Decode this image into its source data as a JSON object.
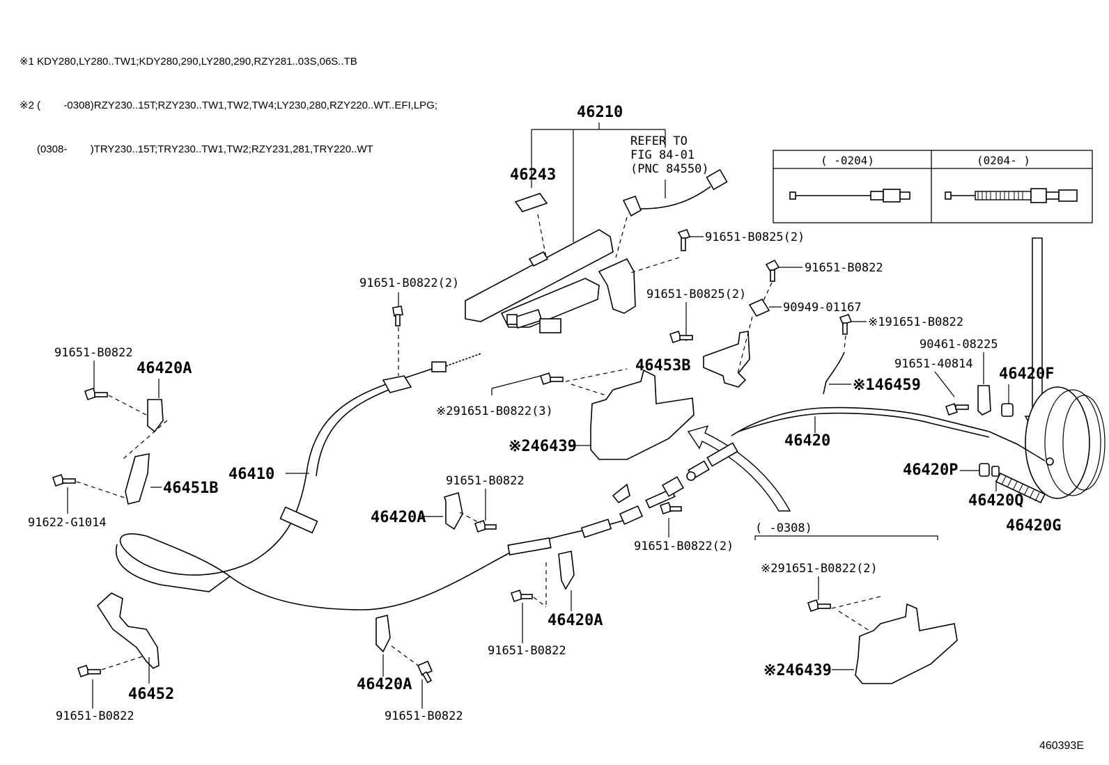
{
  "header_notes": [
    "※1 KDY280,LY280..TW1;KDY280,290,LY280,290,RZY281..03S,06S..TB",
    "※2 (        -0308)RZY230..15T;RZY230..TW1,TW2,TW4;LY230,280,RZY220..WT..EFI,LPG;",
    "      (0308-        )TRY230..15T;TRY230..TW1,TW2;RZY231,281,TRY220..WT"
  ],
  "inset_table": {
    "left_header": "(      -0204)",
    "right_header": "(0204-      )"
  },
  "inset_0308": "(      -0308)",
  "refer": [
    "REFER TO",
    "FIG 84-01",
    "(PNC 84550)"
  ],
  "figure_number": "460393E",
  "labels": {
    "p46210": "46210",
    "p46243": "46243",
    "b_top_right": "91651-B0825(2)",
    "b_0822_right": "91651-B0822",
    "b_0825_2": "91651-B0825(2)",
    "p90949": "90949-01167",
    "s1_b0822": "※191651-B0822",
    "p90461": "90461-08225",
    "p40814": "91651-40814",
    "p46420F": "46420F",
    "p46453B": "46453B",
    "s1_46459": "※146459",
    "b_left_top": "91651-B0822(2)",
    "b_far_left": "91651-B0822",
    "p46420A_1": "46420A",
    "s2_b0822_3": "※291651-B0822(3)",
    "s2_46439": "※246439",
    "p46410": "46410",
    "p46420": "46420",
    "p46420P": "46420P",
    "p46420Q": "46420Q",
    "p46420G": "46420G",
    "p46451B": "46451B",
    "p91622": "91622-G1014",
    "b_mid": "91651-B0822",
    "p46420A_2": "46420A",
    "b_mid2": "91651-B0822(2)",
    "s2_b0822_2": "※291651-B0822(2)",
    "p46420A_3": "46420A",
    "b_bottom_mid": "91651-B0822",
    "p46452": "46452",
    "b_bottom_left": "91651-B0822",
    "p46420A_4": "46420A",
    "b_bottom": "91651-B0822",
    "s2_46439_b": "※246439"
  }
}
